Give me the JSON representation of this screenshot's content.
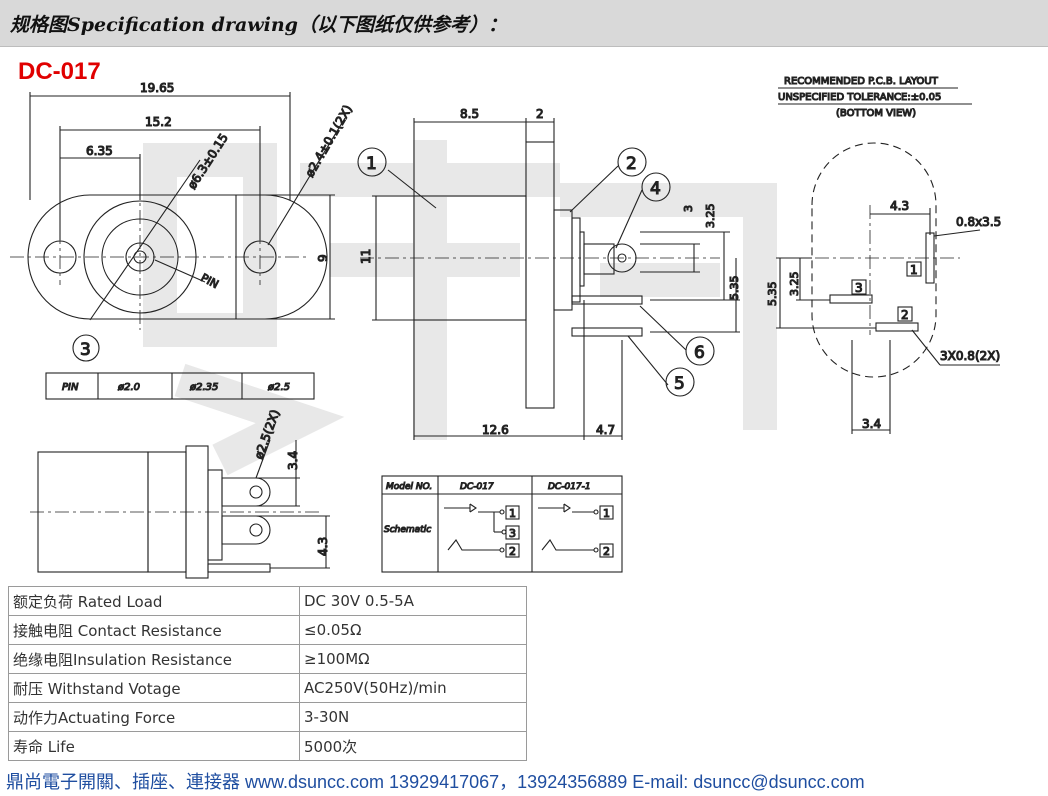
{
  "header": {
    "title": "规格图Specification drawing（以下图纸仅供参考）："
  },
  "model": "DC-017",
  "drawing": {
    "pcb": {
      "title": "RECOMMENDED P.C.B. LAYOUT",
      "tolerance": "UNSPECIFIED TOLERANCE:±0.05",
      "view": "(BOTTOM VIEW)"
    },
    "dims": {
      "d1965": "19.65",
      "d152": "15.2",
      "d635": "6.35",
      "dia63": "ø6.3±0.15",
      "dia24": "ø2.4±0.1(2X)",
      "pin_tag": "PIN",
      "d9": "9",
      "d11": "11",
      "d85": "8.5",
      "d2": "2",
      "d3": "3",
      "d325": "3.25",
      "d535": "5.35",
      "d126": "12.6",
      "d47": "4.7",
      "pcb43": "4.3",
      "pcb08x35": "0.8x3.5",
      "pcb325": "3.25",
      "pcb535": "5.35",
      "pcb3x08": "3X0.8(2X)",
      "pcb34": "3.4",
      "dia25": "ø2.5(2X)",
      "b34": "3.4",
      "b43": "4.3"
    },
    "balloons": [
      "1",
      "2",
      "3",
      "4",
      "5",
      "6",
      "3"
    ],
    "pins": {
      "label": "PIN",
      "values": [
        "ø2.0",
        "ø2.35",
        "ø2.5"
      ]
    },
    "schematic": {
      "hdr_model": "Model NO.",
      "hdr_a": "DC-017",
      "hdr_b": "DC-017-1",
      "row_label": "Schematic",
      "a_terms": [
        "1",
        "3",
        "2"
      ],
      "b_terms": [
        "1",
        "2"
      ]
    },
    "pcb_pads": [
      "1",
      "3",
      "2"
    ]
  },
  "specs": [
    {
      "label": "额定负荷 Rated Load",
      "value": "DC 30V 0.5-5A"
    },
    {
      "label": "接触电阻 Contact Resistance",
      "value": "≤0.05Ω"
    },
    {
      "label": "绝缘电阻Insulation Resistance",
      "value": "≥100MΩ"
    },
    {
      "label": "耐压 Withstand Votage",
      "value": "AC250V(50Hz)/min"
    },
    {
      "label": "动作力Actuating Force",
      "value": "3-30N"
    },
    {
      "label": "寿命 Life",
      "value": "5000次"
    }
  ],
  "footer": "鼎尚電子開關、插座、連接器 www.dsuncc.com 13929417067，13924356889 E-mail: dsuncc@dsuncc.com"
}
